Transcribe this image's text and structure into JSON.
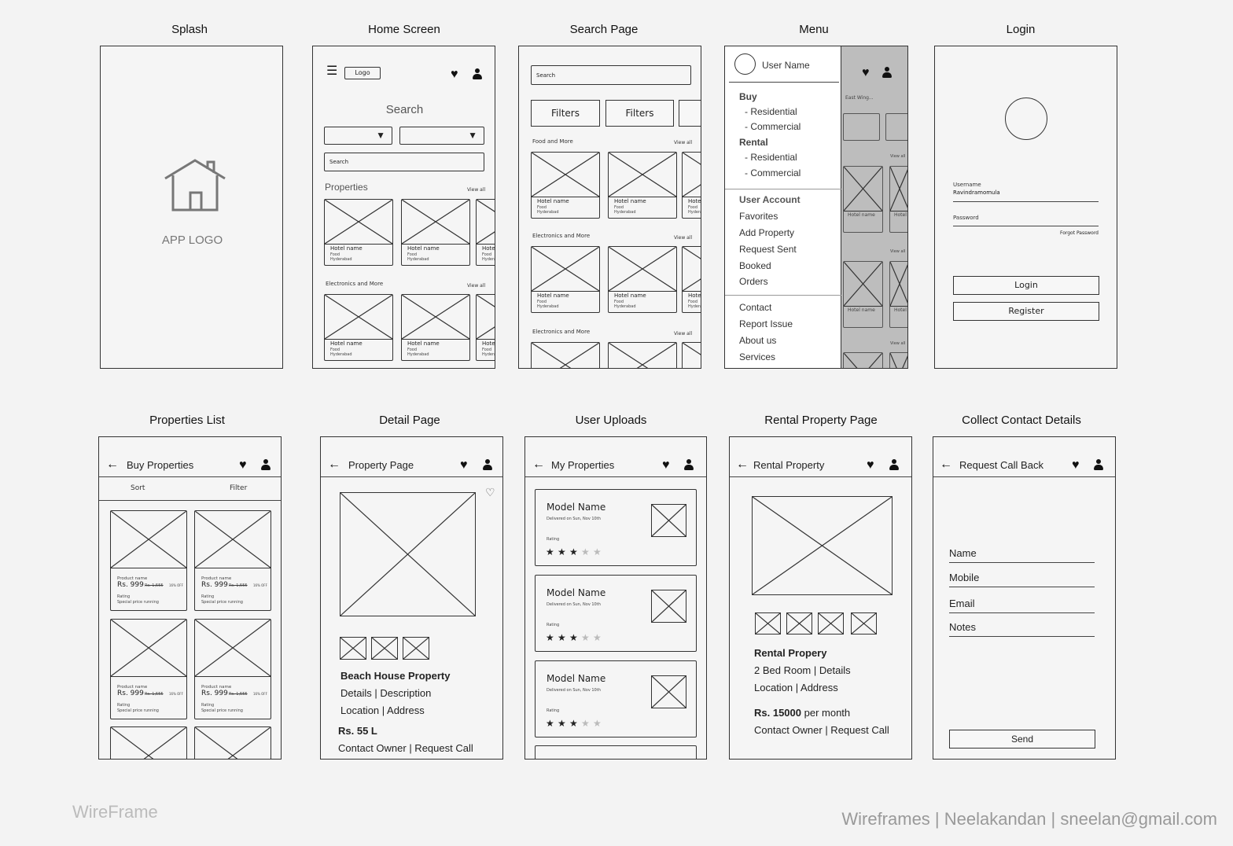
{
  "titles": {
    "splash": "Splash",
    "home": "Home Screen",
    "search": "Search Page",
    "menu": "Menu",
    "login": "Login",
    "list": "Properties List",
    "detail": "Detail Page",
    "uploads": "User Uploads",
    "rental": "Rental Property Page",
    "contact": "Collect Contact Details"
  },
  "splash": {
    "logo_text": "APP LOGO"
  },
  "home": {
    "logo": "Logo",
    "search_title": "Search",
    "search_placeholder": "Search",
    "sections": [
      "Properties",
      "Electronics and More"
    ],
    "view_all": "View all",
    "card": {
      "name": "Hotel name",
      "line1": "Food",
      "line2": "Hyderabad"
    }
  },
  "search": {
    "search_placeholder": "Search",
    "filters": [
      "Filters",
      "Filters"
    ],
    "sections": [
      "Food and More",
      "Electronics and More",
      "Electronics and More"
    ],
    "view_all": "View all"
  },
  "menu": {
    "user_name": "User Name",
    "items": [
      "Buy",
      "- Residential",
      "- Commercial",
      "Rental",
      "- Residential",
      "- Commercial",
      "User Account",
      "Favorites",
      "Add Property",
      "Request Sent",
      "Booked",
      "Orders",
      "Contact",
      "Report Issue",
      "About us",
      "Services"
    ],
    "bg_label": "East Wing...",
    "bg_view_all": "View all",
    "bg_card_name": "Hotel name"
  },
  "login": {
    "username_label": "Username",
    "username_value": "Ravindramomula",
    "password_label": "Password",
    "forgot": "Forgot Password",
    "login": "Login",
    "register": "Register"
  },
  "list": {
    "header": "Buy Properties",
    "sort": "Sort",
    "filter": "Filter",
    "card": {
      "name": "Product name",
      "price": "Rs. 999",
      "old_price": "Rs. 1,555",
      "discount": "16% OFF",
      "rating": "Rating",
      "note": "Special price running"
    }
  },
  "detail": {
    "header": "Property Page",
    "name": "Beach House Property",
    "details": "Details | Description",
    "location": "Location | Address",
    "price": "Rs. 55 L",
    "contact": "Contact Owner | Request Call"
  },
  "uploads": {
    "header": "My Properties",
    "items": [
      {
        "name": "Model Name",
        "delivered": "Delivered on Sun, Nov 10th",
        "rating_label": "Rating",
        "rating": 3,
        "max": 5
      },
      {
        "name": "Model Name",
        "delivered": "Delivered on Sun, Nov 10th",
        "rating_label": "Rating",
        "rating": 3,
        "max": 5
      },
      {
        "name": "Model Name",
        "delivered": "Delivered on Sun, Nov 10th",
        "rating_label": "Rating",
        "rating": 3,
        "max": 5
      }
    ]
  },
  "rental": {
    "header": "Rental Property",
    "name": "Rental Propery",
    "rooms": "2 Bed Room | Details",
    "location": "Location | Address",
    "price": "Rs. 15000",
    "price_suffix": " per month",
    "contact": "Contact Owner | Request Call"
  },
  "contact": {
    "header": "Request Call Back",
    "fields": [
      "Name",
      "Mobile",
      "Email",
      "Notes"
    ],
    "send": "Send"
  },
  "footer": {
    "left": "WireFrame",
    "right": "Wireframes | Neelakandan | sneelan@gmail.com"
  }
}
